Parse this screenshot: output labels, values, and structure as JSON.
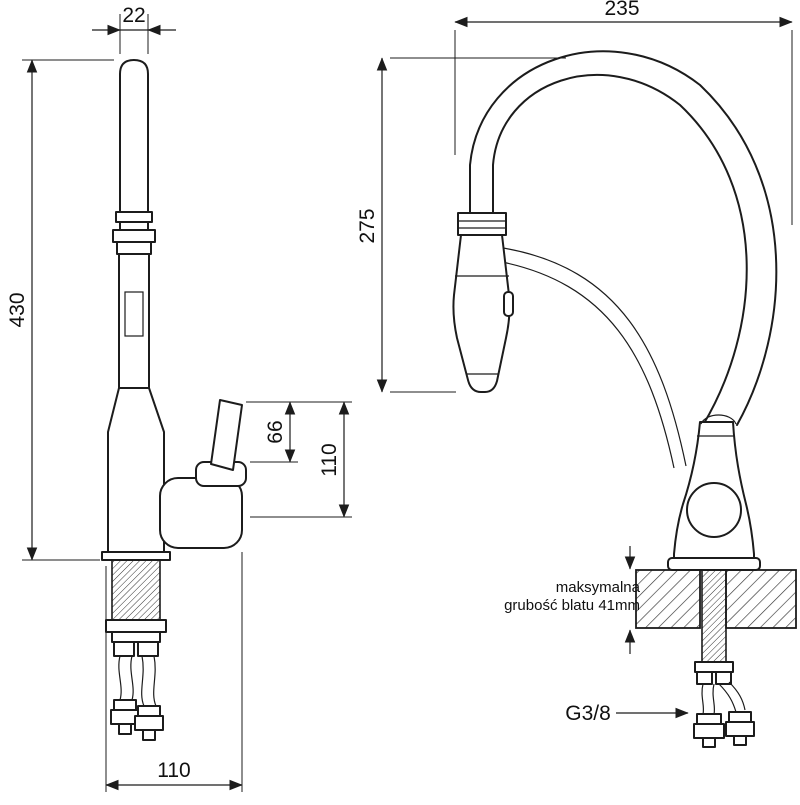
{
  "dimensions": {
    "spout_diameter": "22",
    "total_height": "430",
    "lever_height": "66",
    "outlet_height": "110",
    "base_width": "110",
    "total_reach": "235",
    "spout_clearance": "275"
  },
  "labels": {
    "countertop_note_line1": "maksymalna",
    "countertop_note_line2": "grubość blatu 41mm",
    "thread_size": "G3/8"
  },
  "colors": {
    "line": "#1c1c1c",
    "background": "#ffffff"
  }
}
